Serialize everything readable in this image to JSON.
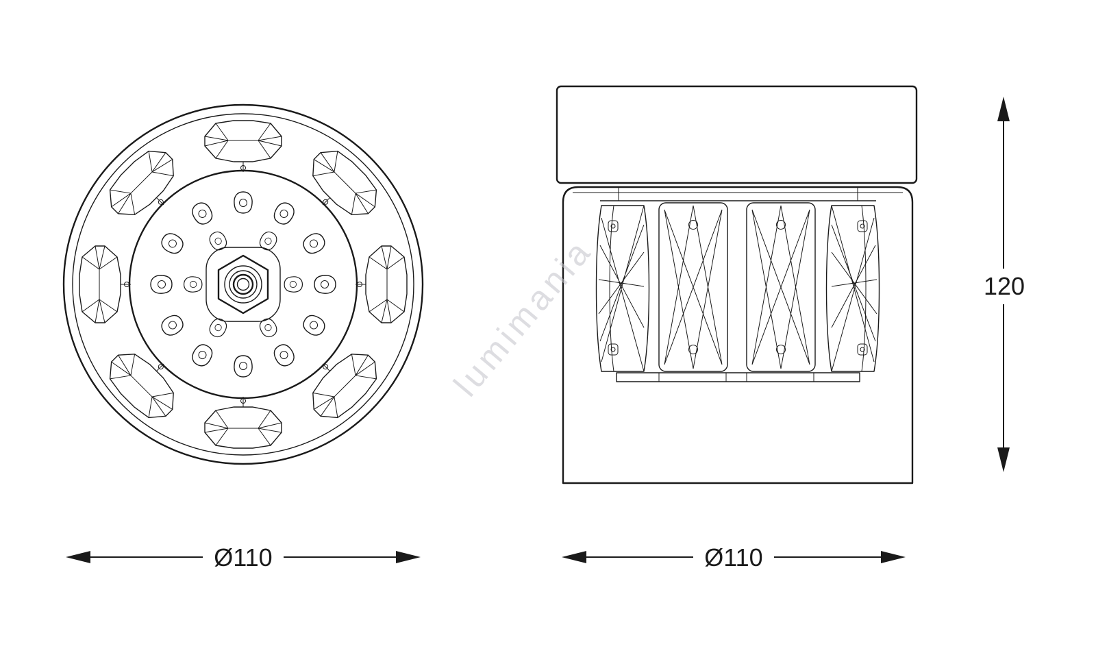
{
  "page": {
    "colors": {
      "line": "#1a1a1a",
      "background": "#ffffff",
      "watermark": "#c3c3ca"
    }
  },
  "watermark": {
    "text": "lumimania"
  },
  "dimensions": {
    "top_view_width": {
      "label": "Ø110"
    },
    "side_view_width": {
      "label": "Ø110"
    },
    "side_view_height": {
      "label": "120"
    }
  }
}
